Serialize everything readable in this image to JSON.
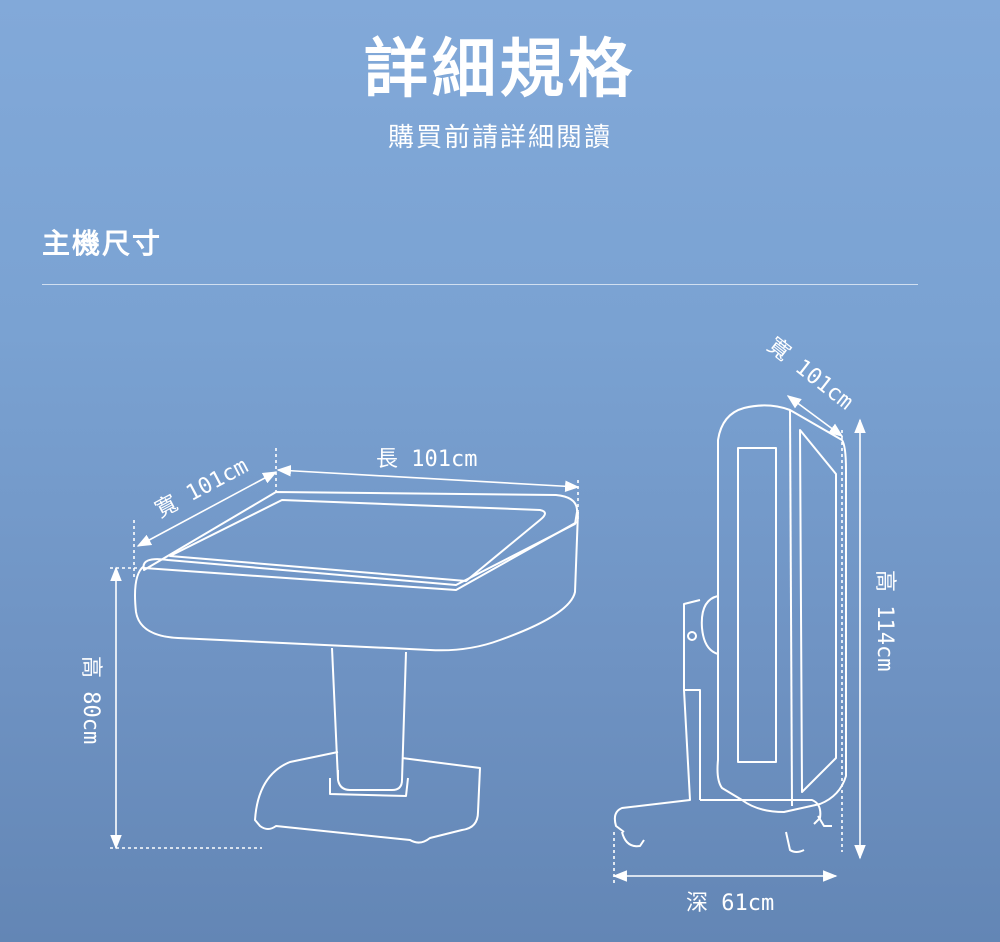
{
  "header": {
    "title": "詳細規格",
    "subtitle": "購買前請詳細閱讀"
  },
  "section": {
    "title": "主機尺寸"
  },
  "dimensions": {
    "table_length": "長 101cm",
    "table_width": "寬 101cm",
    "table_height": "高 80cm",
    "folded_width": "寬 101cm",
    "folded_height": "高 114cm",
    "folded_depth": "深 61cm"
  },
  "colors": {
    "background_top": "#82a9d9",
    "background_bottom": "#6386b5",
    "line": "#ffffff"
  }
}
